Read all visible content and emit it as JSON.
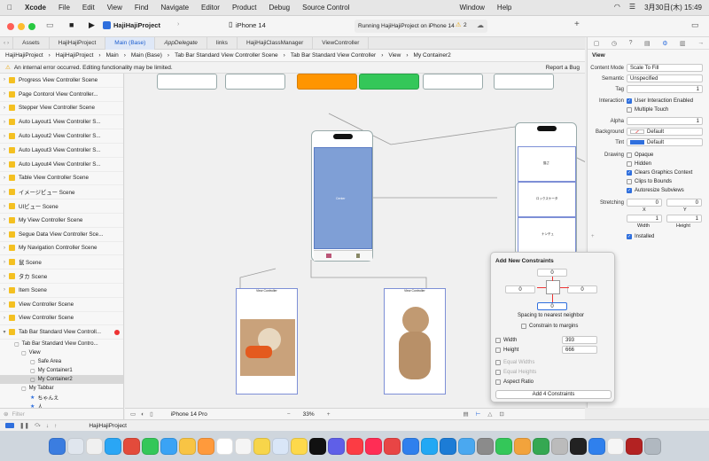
{
  "menubar": {
    "app": "Xcode",
    "items": [
      "File",
      "Edit",
      "View",
      "Find",
      "Navigate",
      "Editor",
      "Product",
      "Debug",
      "Source Control"
    ],
    "window": "Window",
    "help": "Help",
    "clock": "3月30日(木) 15:49"
  },
  "toolbar": {
    "project": "HajiHajiProject",
    "device": "iPhone 14",
    "status": "Running HajiHajiProject on iPhone 14",
    "warnings": "2"
  },
  "tabs": [
    {
      "label": "Assets"
    },
    {
      "label": "HajiHajiProject"
    },
    {
      "label": "Main (Base)"
    },
    {
      "label": "AppDelegate"
    },
    {
      "label": "links"
    },
    {
      "label": "HajiHajiClassManager"
    },
    {
      "label": "ViewController"
    }
  ],
  "breadcrumb": [
    "HajiHajiProject",
    "HajiHajiProject",
    "Main",
    "Main (Base)",
    "Tab Bar Standard View Controller Scene",
    "Tab Bar Standard View Controller",
    "View",
    "My Container2"
  ],
  "warning": {
    "text": "An internal error occurred. Editing functionality may be limited.",
    "report": "Report a Bug"
  },
  "outline": {
    "scenes": [
      "Progress View Controller Scene",
      "Page Contorol View Controller...",
      "Stepper View Controller Scene",
      "Auto Layout1 View Controller S...",
      "Auto Layout2 View Controller S...",
      "Auto Layout3 View Controller S...",
      "Auto Layout4 View Controller S...",
      "Table View Controller Scene",
      "イメージビュー Scene",
      "UIビュー Scene",
      "My View Controller Scene",
      "Segue Data View Controller Sce...",
      "My Navigation Controller Scene",
      "鼠 Scene",
      "タカ Scene",
      "Item Scene",
      "View Controller Scene",
      "View Controller Scene",
      "Tab Bar Standard View Controll..."
    ],
    "children": [
      "Tab Bar Standard View Contro...",
      "View",
      "Safe Area",
      "My Container1",
      "My Container2",
      "My Tabbar",
      "ちゃんえ",
      "人"
    ],
    "filter_placeholder": "Filter"
  },
  "canvas": {
    "bottom_device": "iPhone 14 Pro",
    "zoom": "33%",
    "phone_center_label": "Center",
    "vc_title": "View Controller",
    "list_items": [
      "猫さ",
      "ロックスケータ",
      "ナンチュ"
    ]
  },
  "inspector": {
    "section": "View",
    "content_mode_label": "Content Mode",
    "content_mode": "Scale To Fill",
    "semantic_label": "Semantic",
    "semantic": "Unspecified",
    "tag_label": "Tag",
    "tag": "1",
    "interaction_label": "Interaction",
    "user_interaction": "User Interaction Enabled",
    "multiple_touch": "Multiple Touch",
    "alpha_label": "Alpha",
    "alpha": "1",
    "background_label": "Background",
    "background": "Default",
    "tint_label": "Tint",
    "tint": "Default",
    "drawing_label": "Drawing",
    "opaque": "Opaque",
    "hidden": "Hidden",
    "clears_graphics": "Clears Graphics Context",
    "clips_to_bounds": "Clips to Bounds",
    "autoresize": "Autoresize Subviews",
    "stretching_label": "Stretching",
    "stretch_x": "0",
    "stretch_y": "0",
    "x_label": "X",
    "y_label": "Y",
    "stretch_w": "1",
    "stretch_h": "1",
    "width_label": "Width",
    "height_label": "Height",
    "installed": "Installed"
  },
  "popover": {
    "title": "Add New Constraints",
    "top": "0",
    "left": "0",
    "right": "0",
    "bottom": "0",
    "spacing": "Spacing to nearest neighbor",
    "constrain_margins": "Constrain to margins",
    "width_label": "Width",
    "width": "393",
    "height_label": "Height",
    "height": "666",
    "equal_widths": "Equal Widths",
    "equal_heights": "Equal Heights",
    "aspect_ratio": "Aspect Ratio",
    "add_button": "Add 4 Constraints"
  },
  "debugbar": {
    "target": "HajiHajiProject"
  },
  "colors": {
    "accent": "#2f6fdd",
    "phone_blue": "#7f9fd6",
    "orange": "#ff9500",
    "green": "#34c759"
  }
}
